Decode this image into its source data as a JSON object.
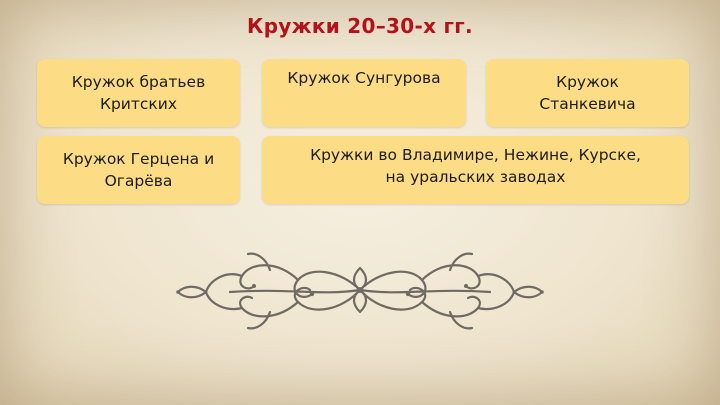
{
  "slide": {
    "title": "Кружки 20–30-х гг.",
    "colors": {
      "title": "#b3121a",
      "box": "#fddc86",
      "text": "#1c1c1c",
      "ornament": "#6f6a62"
    },
    "boxes": [
      {
        "line1": "Кружок братьев",
        "line2": "Критских"
      },
      {
        "line1": "Кружок Сунгурова",
        "line2": ""
      },
      {
        "line1": "Кружок",
        "line2": "Станкевича"
      },
      {
        "line1": "Кружок Герцена и",
        "line2": "Огарёва"
      },
      {
        "line1": "Кружки во Владимире, Нежине, Курске,",
        "line2": "на уральских заводах"
      }
    ],
    "decoration": "ornamental-flourish"
  }
}
